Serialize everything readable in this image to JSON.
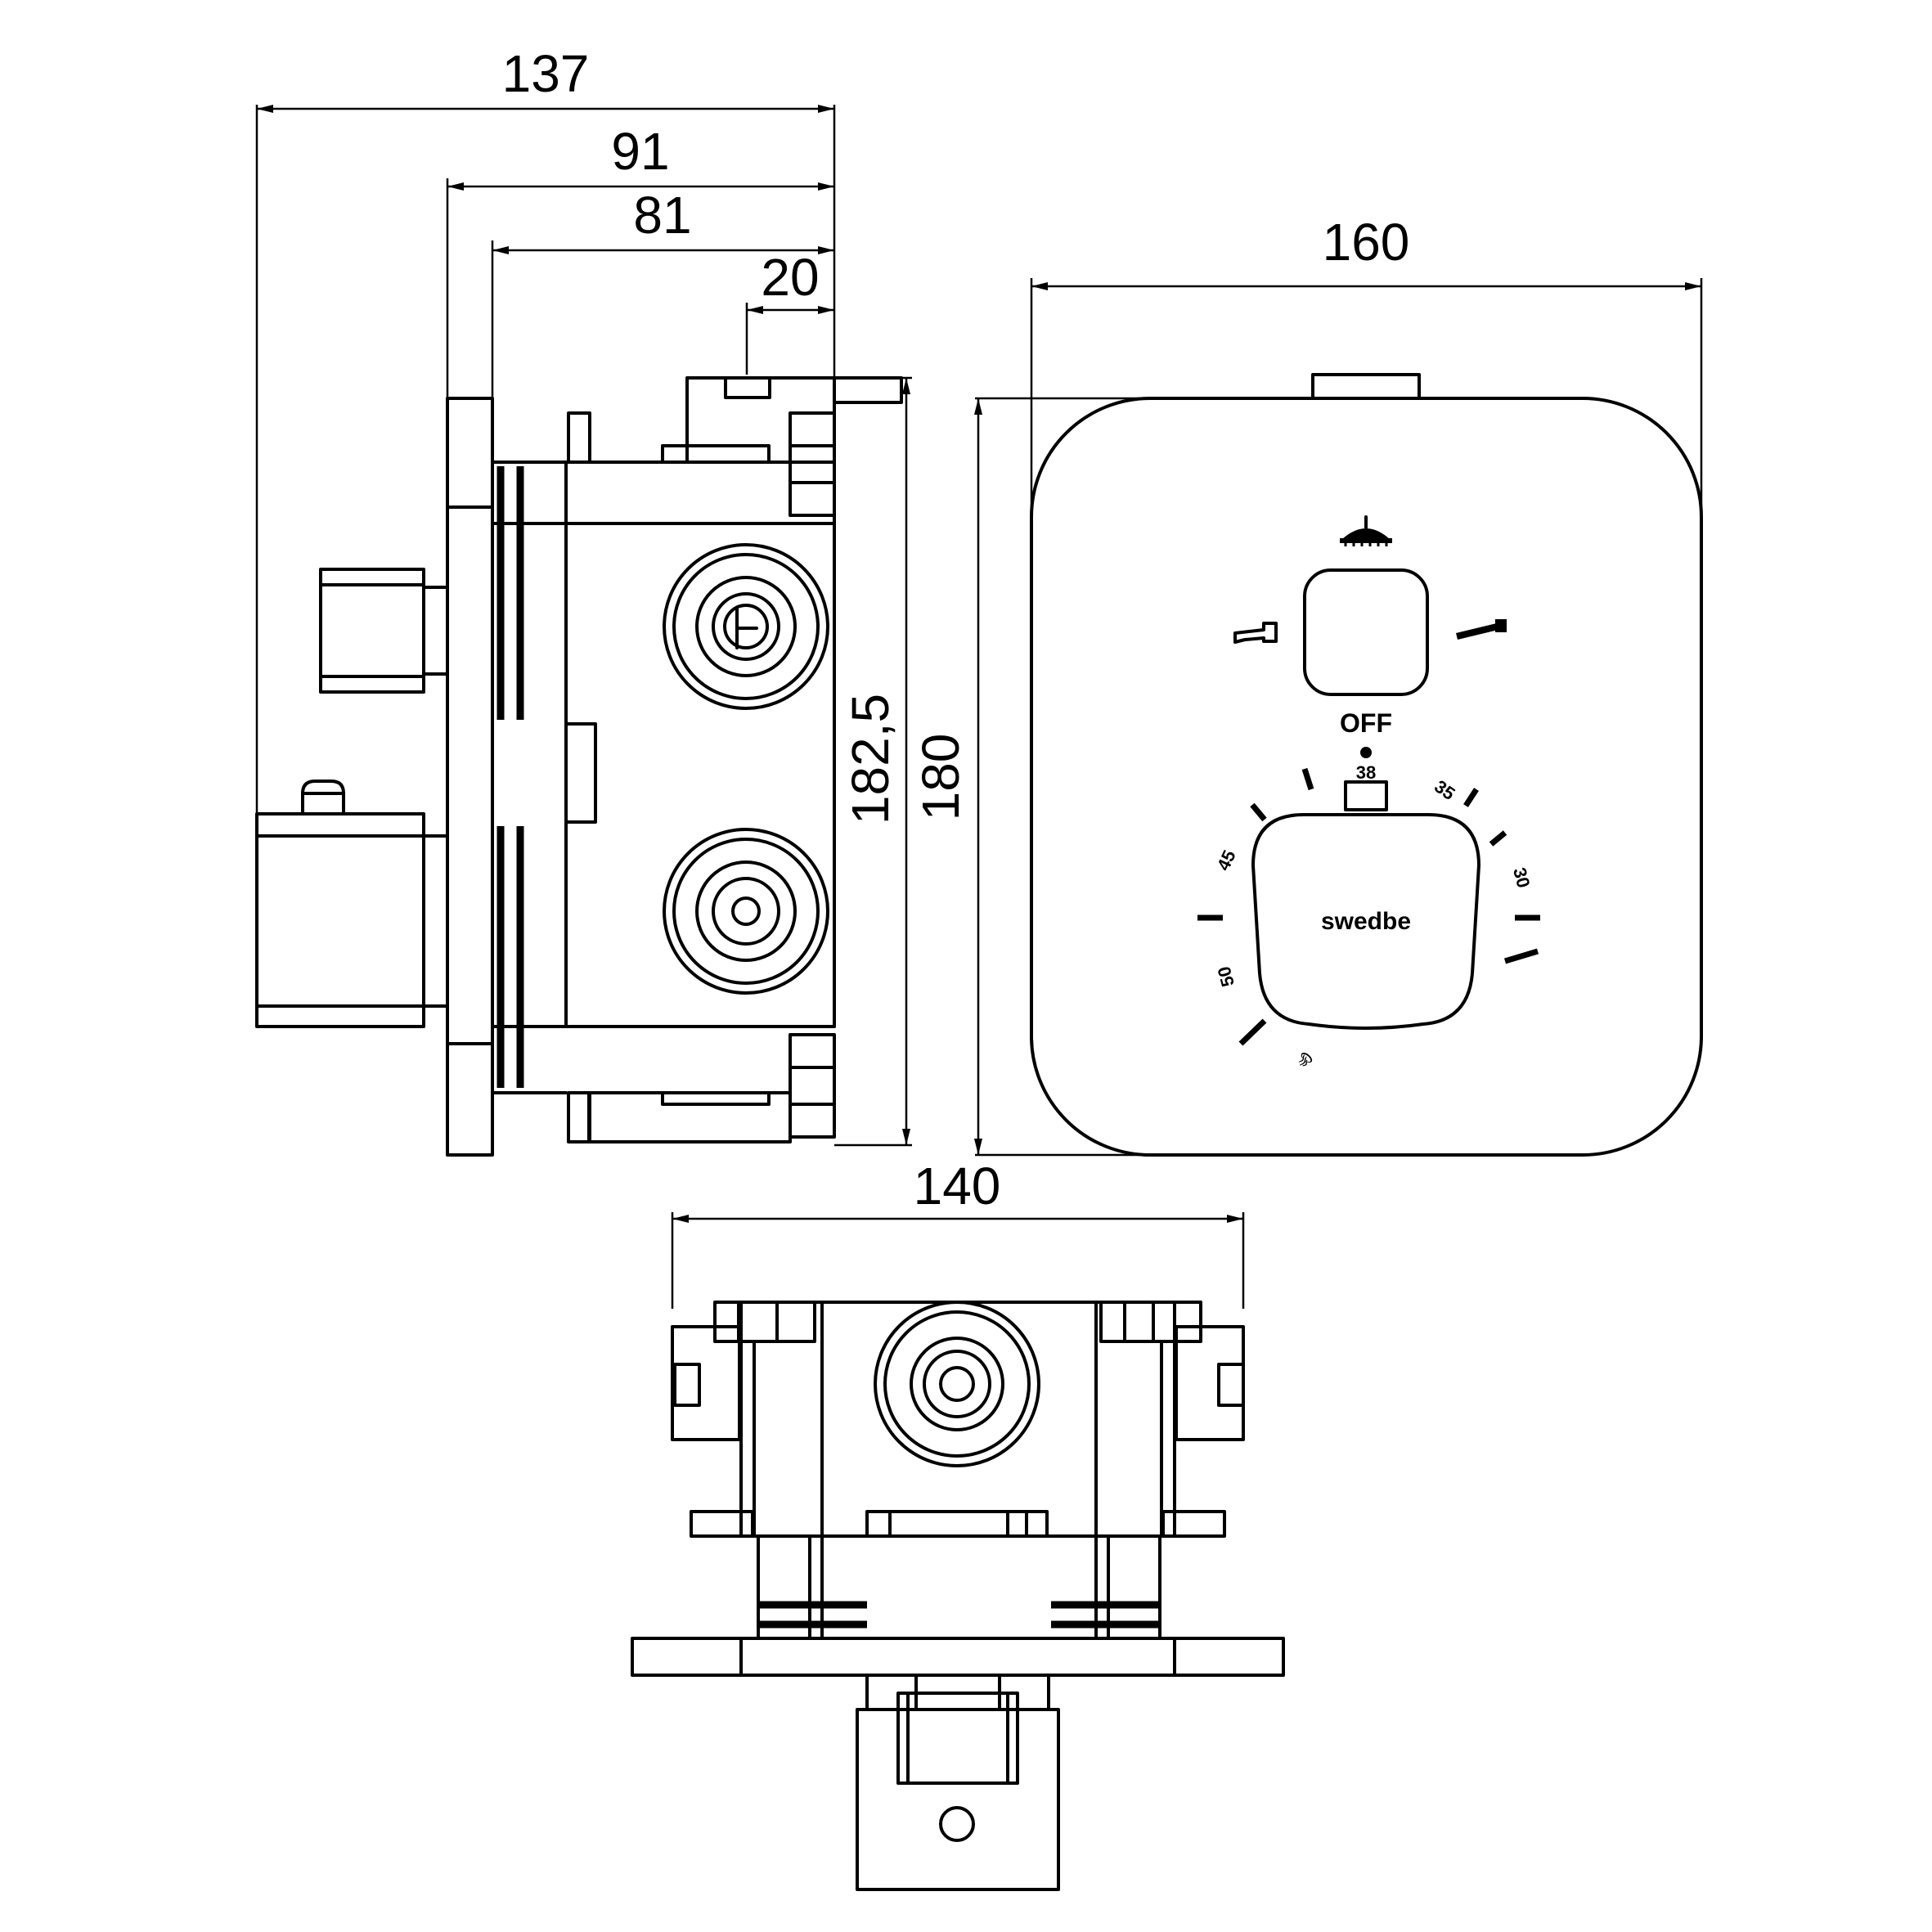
{
  "dimensions": {
    "d137": "137",
    "d91": "91",
    "d81": "81",
    "d20": "20",
    "d1825": "182,5",
    "d180": "180",
    "d160": "160",
    "d140": "140"
  },
  "faceplate": {
    "off_label": "OFF",
    "brand": "swedbe",
    "scale": [
      "38",
      "35",
      "30",
      "45",
      "50",
      "♨"
    ]
  },
  "icons": [
    "shower-head-icon",
    "spout-icon",
    "hand-shower-icon"
  ]
}
